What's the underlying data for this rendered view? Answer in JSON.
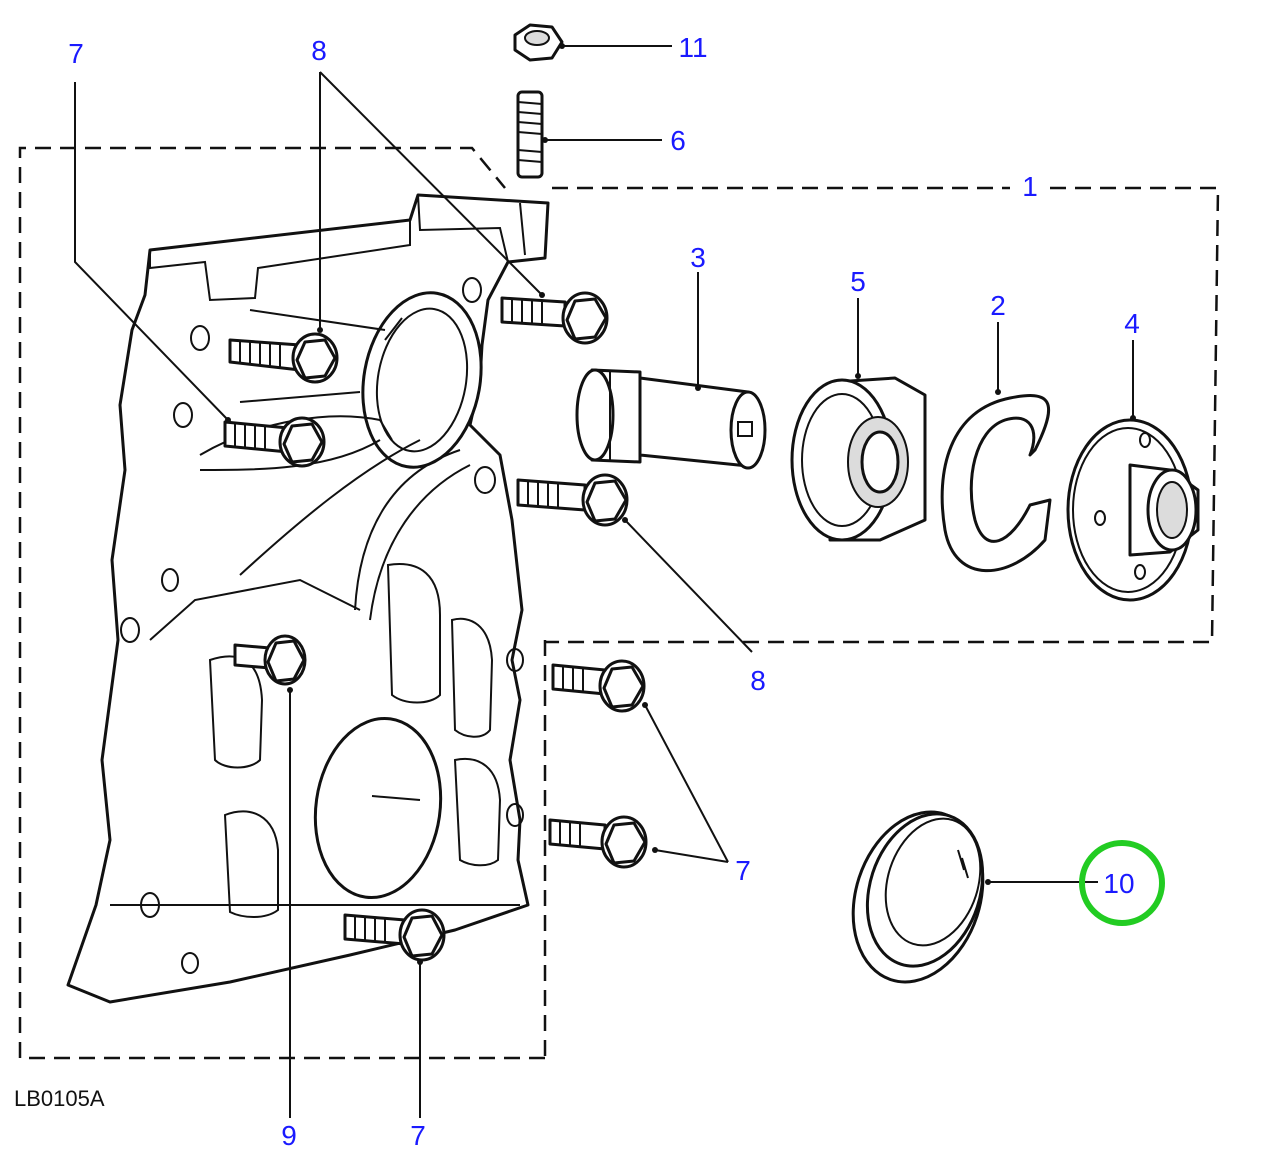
{
  "diagram": {
    "reference_code": "LB0105A",
    "highlight_color": "#22cc22",
    "callout_color": "#1a1aff",
    "callouts": [
      {
        "id": "c7a",
        "label": "7"
      },
      {
        "id": "c8a",
        "label": "8"
      },
      {
        "id": "c11",
        "label": "11"
      },
      {
        "id": "c6",
        "label": "6"
      },
      {
        "id": "c1",
        "label": "1"
      },
      {
        "id": "c3",
        "label": "3"
      },
      {
        "id": "c5",
        "label": "5"
      },
      {
        "id": "c2",
        "label": "2"
      },
      {
        "id": "c4",
        "label": "4"
      },
      {
        "id": "c8b",
        "label": "8"
      },
      {
        "id": "c7b",
        "label": "7"
      },
      {
        "id": "c10",
        "label": "10",
        "highlighted": true
      },
      {
        "id": "c9",
        "label": "9"
      },
      {
        "id": "c7c",
        "label": "7"
      }
    ]
  }
}
